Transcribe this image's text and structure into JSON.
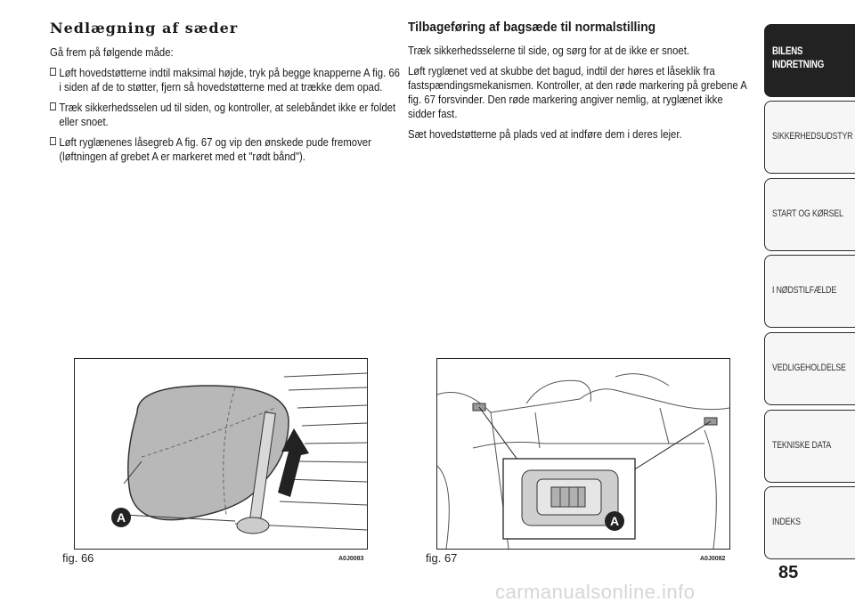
{
  "left": {
    "title": "Nedlægning af sæder",
    "intro": "Gå frem på følgende måde:",
    "bullets": [
      "Løft hovedstøtterne indtil maksimal højde, tryk på begge knapperne A fig. 66 i siden af de to støtter, fjern så hovedstøtterne med at trække dem opad.",
      "Træk sikkerhedsselen ud til siden, og kontroller, at selebåndet ikke er foldet eller snoet.",
      "Løft ryglænenes låsegreb A fig. 67 og vip den ønskede pude fremover (løftningen af grebet A er markeret med et \"rødt bånd\")."
    ]
  },
  "right": {
    "title": "Tilbageføring af bagsæde til normalstilling",
    "paragraphs": [
      "Træk sikkerhedsselerne til side, og sørg for at de ikke er snoet.",
      "Løft ryglænet ved at skubbe det bagud, indtil der høres et låseklik fra fastspændingsmekanismen. Kontroller, at den røde markering på grebene A fig. 67 forsvinder. Den røde markering angiver nemlig, at ryglænet ikke sidder fast.",
      "Sæt hovedstøtterne på plads ved at indføre dem i deres lejer."
    ]
  },
  "figures": [
    {
      "caption": "fig. 66",
      "code": "A0J0083",
      "label": "A"
    },
    {
      "caption": "fig. 67",
      "code": "A0J0082",
      "label": "A"
    }
  ],
  "sidebar": {
    "tabs": [
      {
        "label": "BILENS INDRETNING",
        "active": true
      },
      {
        "label": "SIKKERHEDSUDSTYR"
      },
      {
        "label": "START OG KØRSEL"
      },
      {
        "label": "I NØDSTILFÆLDE"
      },
      {
        "label": "VEDLIGEHOLDELSE"
      },
      {
        "label": "TEKNISKE DATA"
      },
      {
        "label": "INDEKS"
      }
    ]
  },
  "page_number": "85",
  "watermark": "carmanualsonline.info"
}
